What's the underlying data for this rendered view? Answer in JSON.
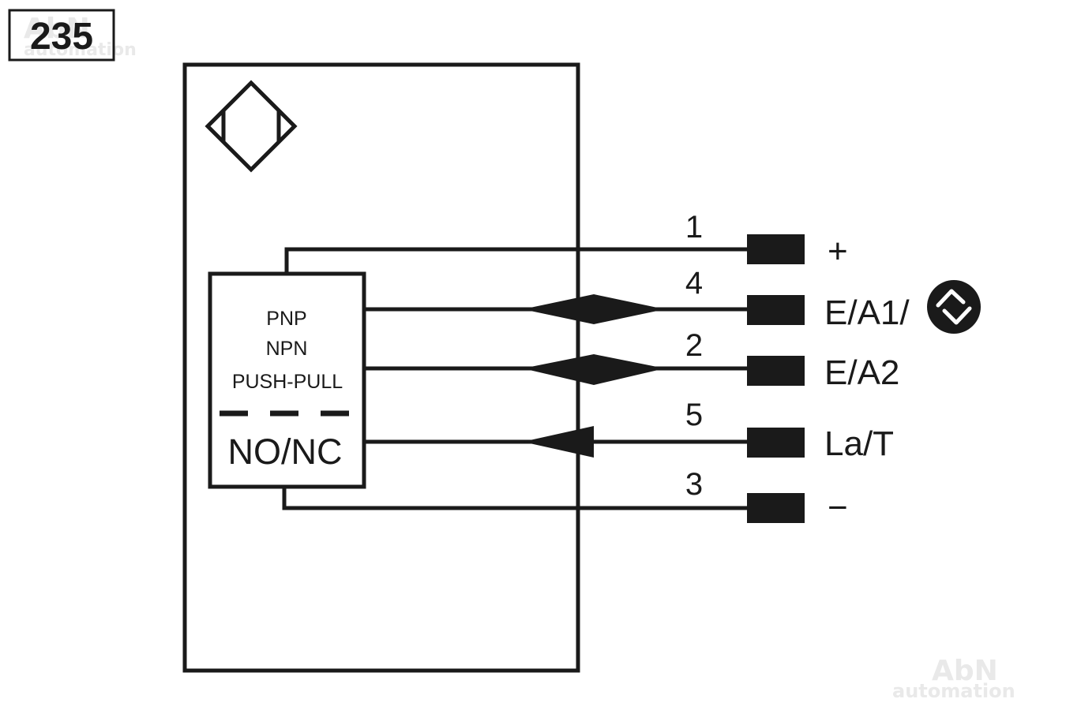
{
  "diagram_number": "235",
  "watermark": {
    "line1": "AbN",
    "line2": "automation"
  },
  "output_block": {
    "line1": "PNP",
    "line2": "NPN",
    "line3": "PUSH-PULL",
    "mode": "NO/NC"
  },
  "pins": [
    {
      "number": "1",
      "label": "+"
    },
    {
      "number": "4",
      "label": "E/A1/"
    },
    {
      "number": "2",
      "label": "E/A2"
    },
    {
      "number": "5",
      "label": "La/T"
    },
    {
      "number": "3",
      "label": "−"
    }
  ],
  "icons": {
    "sensor_symbol": "inductive-sensor-diamond-icon",
    "io_link_symbol": "io-link-icon"
  },
  "colors": {
    "line": "#1a1a1a",
    "watermark": "#e9e9e9",
    "background": "#ffffff"
  }
}
